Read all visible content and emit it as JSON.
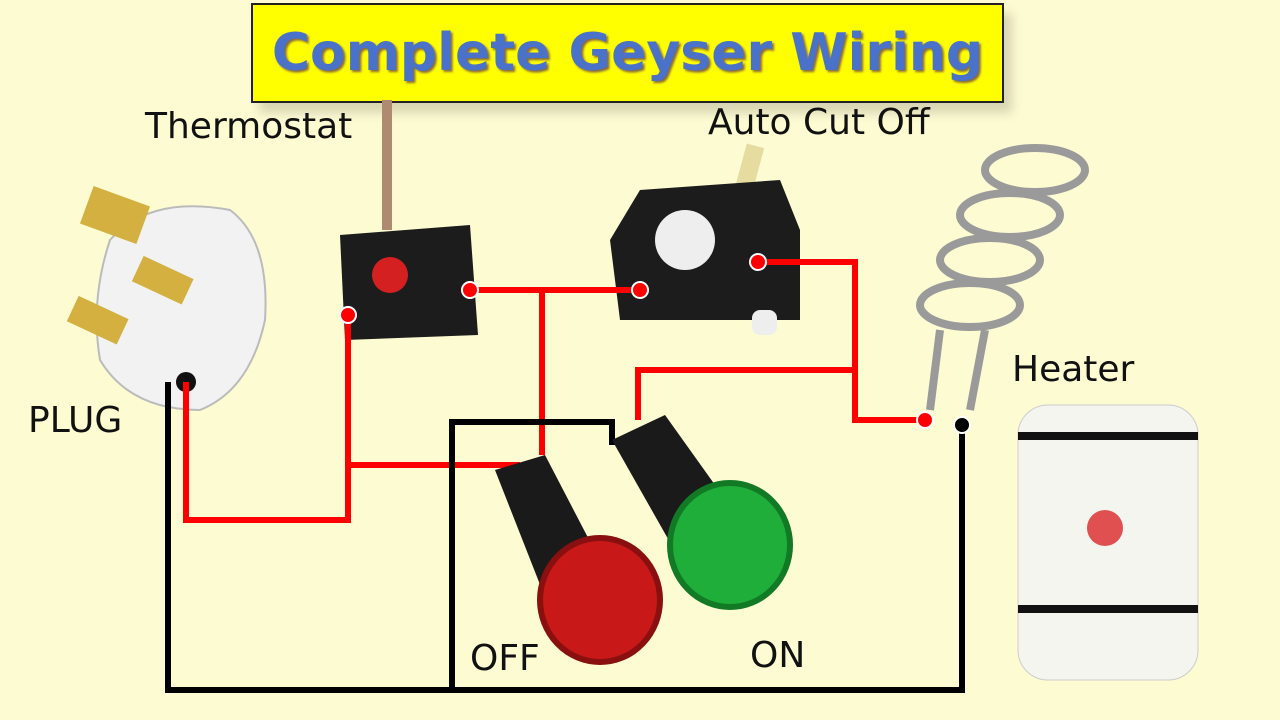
{
  "title": "Complete Geyser Wiring",
  "labels": {
    "thermostat": "Thermostat",
    "auto_cut_off": "Auto Cut Off",
    "heater": "Heater",
    "plug": "PLUG",
    "off": "OFF",
    "on": "ON"
  },
  "colors": {
    "background": "#fdfbd2",
    "title_bg": "#ffff00",
    "title_text": "#4a72c8",
    "live_wire": "#ff0000",
    "neutral_wire": "#000000",
    "off_lamp": "#d11a1a",
    "on_lamp": "#1fae3a"
  }
}
